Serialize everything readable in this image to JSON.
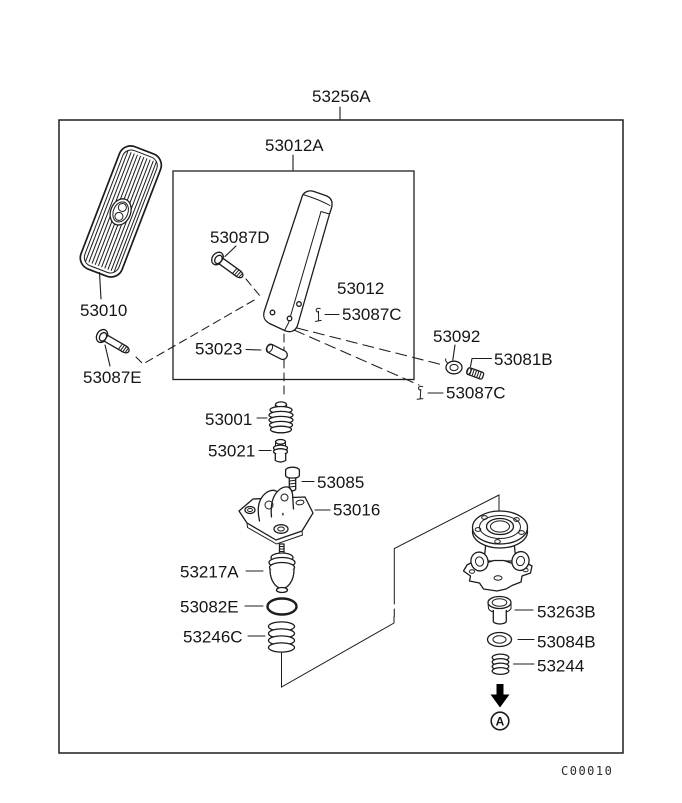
{
  "header": {
    "assembly_code": "53256A",
    "subassembly_code": "53012A"
  },
  "parts": {
    "pedal_pad": "53010",
    "pad_bolt": "53087E",
    "pedal_bolt": "53087D",
    "pedal_arm": "53012",
    "pedal_clip_upper": "53087C",
    "spring_pin": "53023",
    "grommet": "53092",
    "tapping_screw": "53081B",
    "pedal_clip_lower": "53087C",
    "boot": "53001",
    "plunger": "53021",
    "bolt": "53085",
    "bracket": "53016",
    "valve_assembly": "53217A",
    "o_ring": "53082E",
    "spring_large": "53246C",
    "bushing": "53263B",
    "washer": "53084B",
    "spring_small": "53244"
  },
  "detail_marker": {
    "letter": "A",
    "shape": "circled-letter",
    "arrow_direction": "down"
  },
  "footer": {
    "drawing_code": "C00010"
  },
  "colors": {
    "line": "#1c1c1c",
    "text": "#151515",
    "background": "#ffffff",
    "arrow": "#000000"
  }
}
